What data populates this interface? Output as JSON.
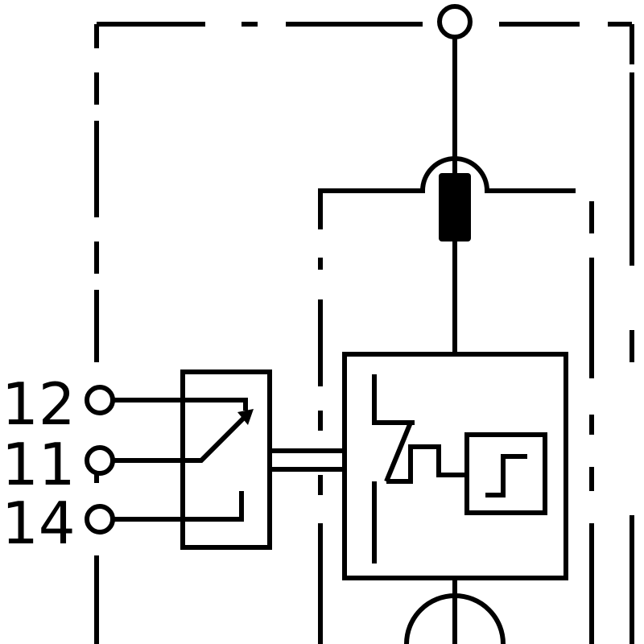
{
  "terminals": [
    {
      "label": "12"
    },
    {
      "label": "11"
    },
    {
      "label": "14"
    }
  ],
  "colors": {
    "line": "#000000",
    "background": "#ffffff"
  }
}
